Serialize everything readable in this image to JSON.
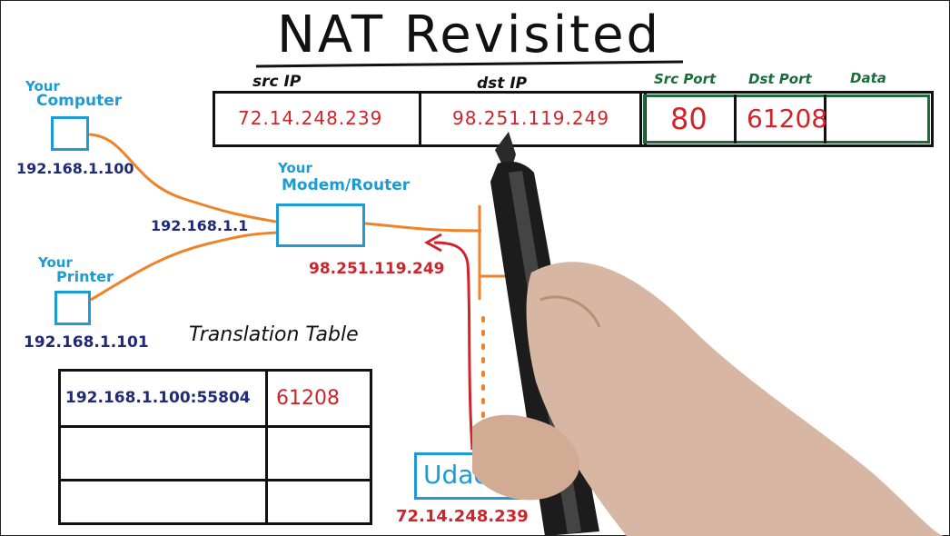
{
  "title": "NAT Revisited",
  "packet": {
    "headers": {
      "src_ip": "src IP",
      "dst_ip": "dst IP",
      "src_port": "Src Port",
      "dst_port": "Dst Port",
      "data": "Data"
    },
    "values": {
      "src_ip": "72.14.248.239",
      "dst_ip": "98.251.119.249",
      "src_port": "80",
      "dst_port": "61208",
      "data": ""
    }
  },
  "devices": {
    "computer": {
      "label_1": "Your",
      "label_2": "Computer",
      "ip": "192.168.1.100"
    },
    "printer": {
      "label_1": "Your",
      "label_2": "Printer",
      "ip": "192.168.1.101"
    },
    "router": {
      "label_1": "Your",
      "label_2": "Modem/Router",
      "lan_ip": "192.168.1.1",
      "wan_ip": "98.251.119.249"
    },
    "server": {
      "label": "Udacity",
      "ip": "72.14.248.239"
    }
  },
  "translation_table": {
    "title": "Translation Table",
    "rows": [
      {
        "internal": "192.168.1.100:55804",
        "external": "61208"
      },
      {
        "internal": "",
        "external": ""
      },
      {
        "internal": "",
        "external": ""
      }
    ]
  },
  "colors": {
    "ink": "#111111",
    "red": "#d2232a",
    "blue_ink": "#1f2a78",
    "cyan": "#1e9bd3",
    "orange_link": "#f0822a",
    "green_box": "#1c6b3a"
  }
}
